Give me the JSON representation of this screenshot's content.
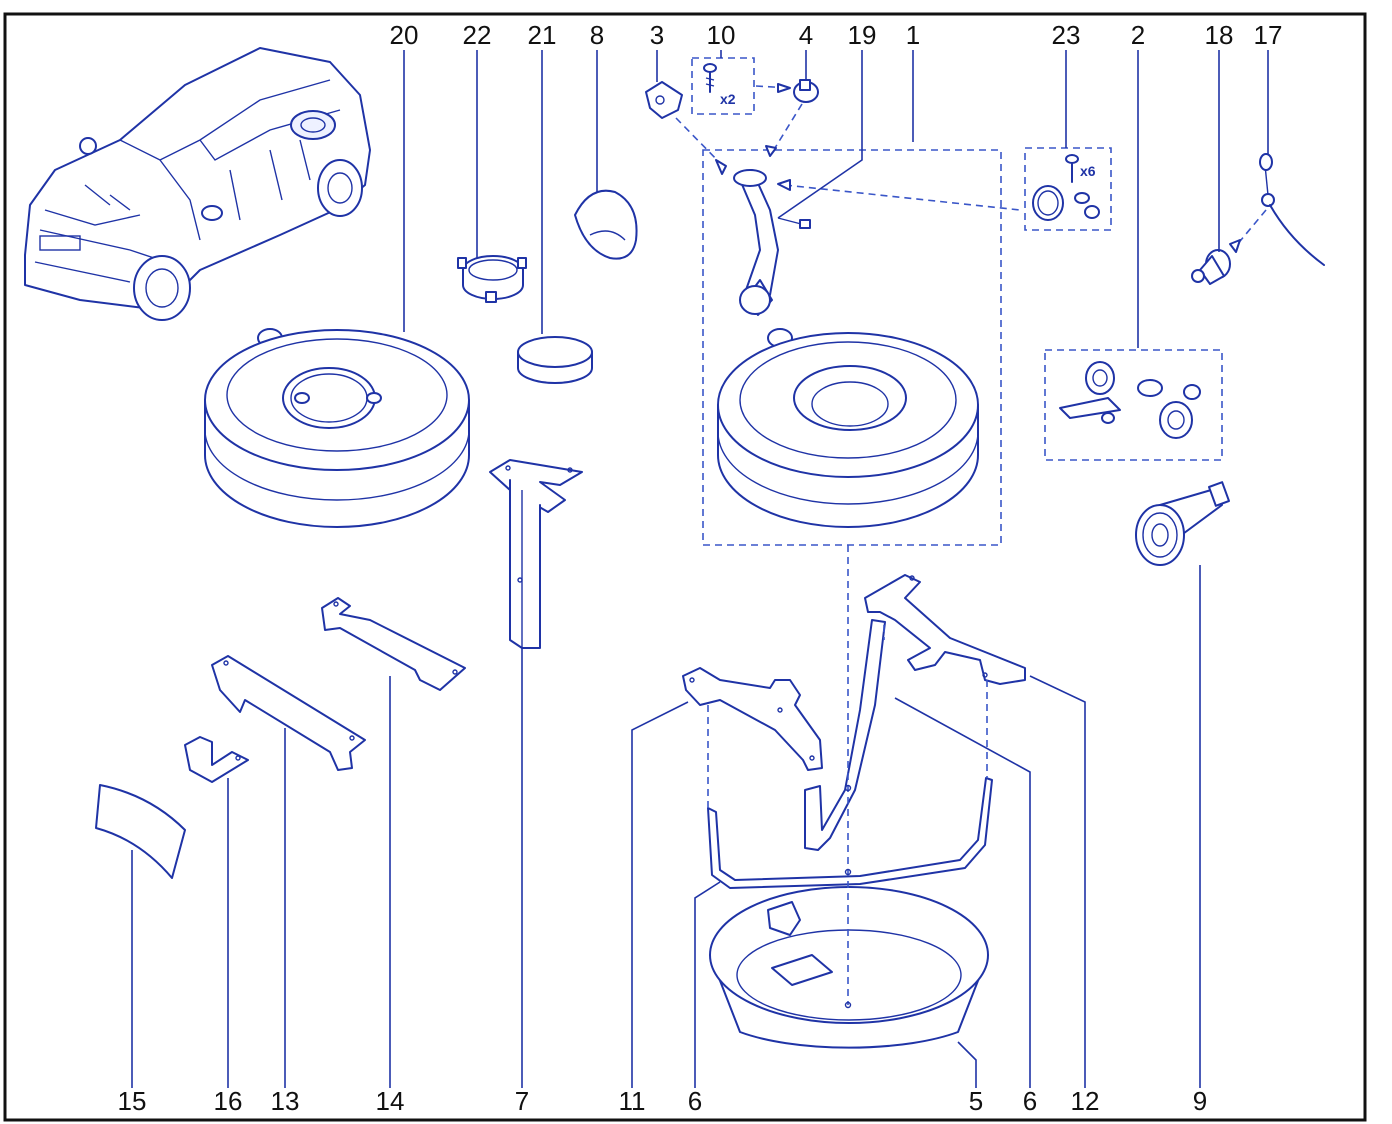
{
  "labels": {
    "n20": "20",
    "n22": "22",
    "n21": "21",
    "n8": "8",
    "n3": "3",
    "n10": "10",
    "n4": "4",
    "n19": "19",
    "n1": "1",
    "n23": "23",
    "n2": "2",
    "n18": "18",
    "n17": "17",
    "n15": "15",
    "n16": "16",
    "n13": "13",
    "n14": "14",
    "n7": "7",
    "n11": "11",
    "n6a": "6",
    "n5": "5",
    "n6b": "6",
    "n12": "12",
    "n9": "9"
  },
  "qty": {
    "screws_10": "x2",
    "screws_23": "x6"
  },
  "colors": {
    "line": "#1f33a6",
    "frame": "#111111",
    "fill": "#ffffff"
  }
}
